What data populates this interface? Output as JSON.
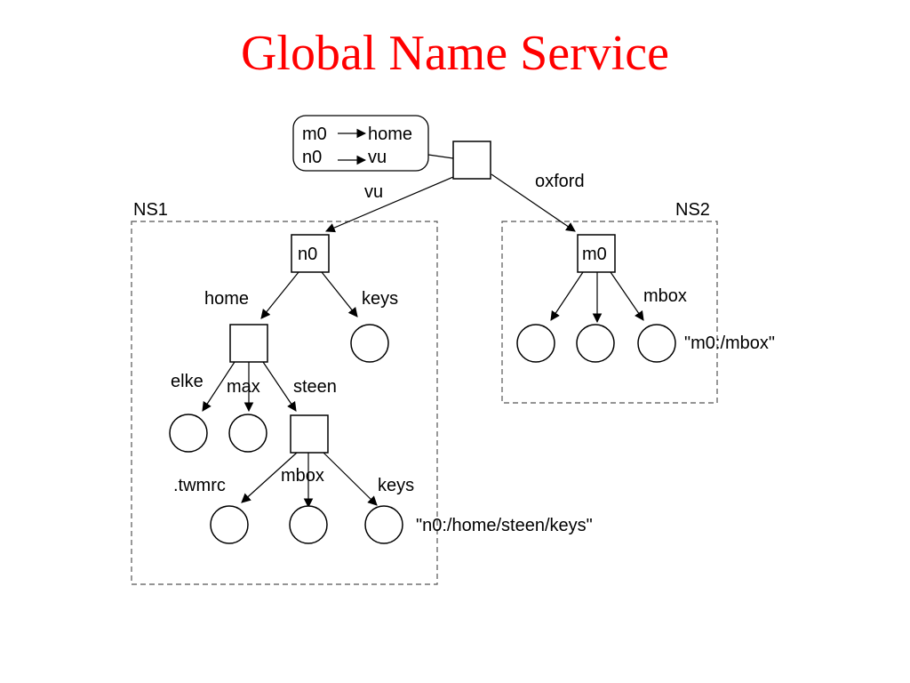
{
  "title": "Global Name Service",
  "mount_table": {
    "rows": [
      {
        "from": "m0",
        "to": "home"
      },
      {
        "from": "n0",
        "to": "vu"
      }
    ]
  },
  "namespaces": {
    "ns1": "NS1",
    "ns2": "NS2"
  },
  "nodes": {
    "n0": "n0",
    "m0": "m0"
  },
  "edge_labels": {
    "vu": "vu",
    "oxford": "oxford",
    "home": "home",
    "keys_top": "keys",
    "elke": "elke",
    "max": "max",
    "steen": "steen",
    "twmrc": ".twmrc",
    "mbox_ns1": "mbox",
    "keys_bottom": "keys",
    "mbox_ns2": "mbox"
  },
  "path_annotations": {
    "ns1": "\"n0:/home/steen/keys\"",
    "ns2": "\"m0:/mbox\""
  }
}
